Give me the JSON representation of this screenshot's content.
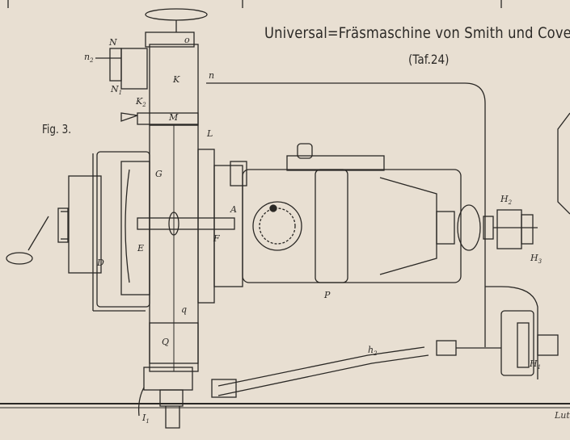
{
  "title": "Universal=Fräsmaschine von Smith und Coventr",
  "subtitle": "(Taf.24)",
  "figure_label": "Fig. 3.",
  "signature": "Lut",
  "parts": {
    "N": "N",
    "n2": "n",
    "n2_sub": "2",
    "N1": "N",
    "N1_sub": "1",
    "K": "K",
    "n": "n",
    "K2": "K",
    "K2_sub": "2",
    "o": "o",
    "M": "M",
    "L": "L",
    "G": "G",
    "A": "A",
    "E": "E",
    "F": "F",
    "D": "D",
    "P": "P",
    "q": "q",
    "Q": "Q",
    "H2": "H",
    "H2_sub": "2",
    "H3": "H",
    "H3_sub": "3",
    "H1": "H",
    "H1_sub": "1",
    "h2": "h",
    "h2_sub": "2",
    "I1": "I",
    "I1_sub": "1"
  }
}
